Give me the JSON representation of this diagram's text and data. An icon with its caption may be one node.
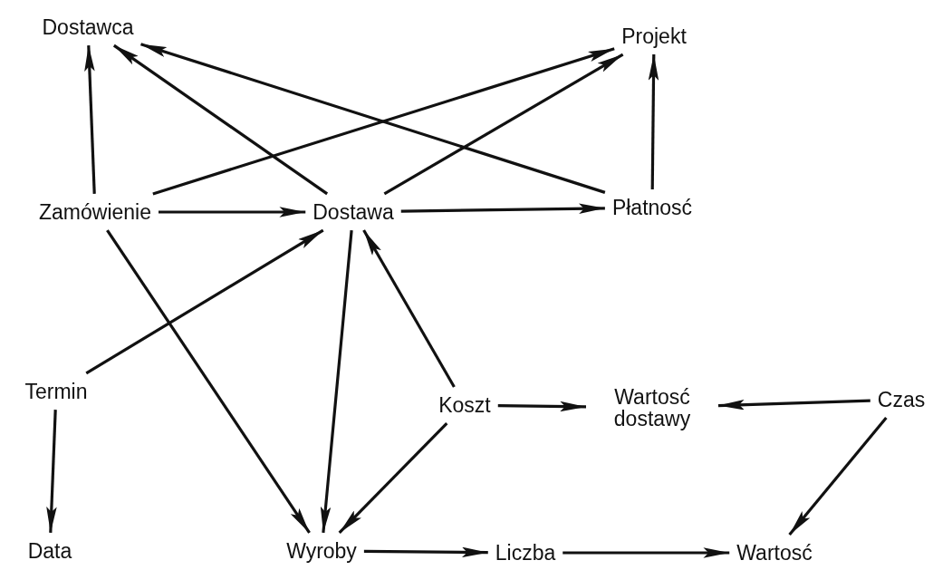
{
  "diagram": {
    "nodes": [
      {
        "text": [
          "Dostawca"
        ]
      },
      {
        "text": [
          "Projekt"
        ]
      },
      {
        "text": [
          "Zamówienie"
        ]
      },
      {
        "text": [
          "Dostawa"
        ]
      },
      {
        "text": [
          "Płatnosć"
        ]
      },
      {
        "text": [
          "Termin"
        ]
      },
      {
        "text": [
          "Koszt"
        ]
      },
      {
        "text": [
          "Wartosć dostawy"
        ]
      },
      {
        "text": [
          "Czas"
        ]
      },
      {
        "text": [
          "Data"
        ]
      },
      {
        "text": [
          "Wyroby"
        ]
      },
      {
        "text": [
          "Liczba"
        ]
      },
      {
        "text": [
          "Wartosć"
        ]
      }
    ],
    "edges": [
      {
        "from": 2,
        "to": 0,
        "arrow": "to"
      },
      {
        "from": 3,
        "to": 0,
        "arrow": "to"
      },
      {
        "from": 4,
        "to": 0,
        "arrow": "to"
      },
      {
        "from": 2,
        "to": 1,
        "arrow": "to"
      },
      {
        "from": 3,
        "to": 1,
        "arrow": "to"
      },
      {
        "from": 4,
        "to": 1,
        "arrow": "to"
      },
      {
        "from": 2,
        "to": 3,
        "arrow": "to"
      },
      {
        "from": 3,
        "to": 4,
        "arrow": "to"
      },
      {
        "from": 2,
        "to": 10,
        "arrow": "to"
      },
      {
        "from": 5,
        "to": 3,
        "arrow": "to"
      },
      {
        "from": 3,
        "to": 10,
        "arrow": "to"
      },
      {
        "from": 6,
        "to": 3,
        "arrow": "to"
      },
      {
        "from": 5,
        "to": 9,
        "arrow": "to"
      },
      {
        "from": 6,
        "to": 7,
        "arrow": "to"
      },
      {
        "from": 8,
        "to": 7,
        "arrow": "to"
      },
      {
        "from": 6,
        "to": 10,
        "arrow": "to"
      },
      {
        "from": 8,
        "to": 12,
        "arrow": "to"
      },
      {
        "from": 10,
        "to": 11,
        "arrow": "to"
      },
      {
        "from": 11,
        "to": 12,
        "arrow": "to"
      }
    ]
  }
}
